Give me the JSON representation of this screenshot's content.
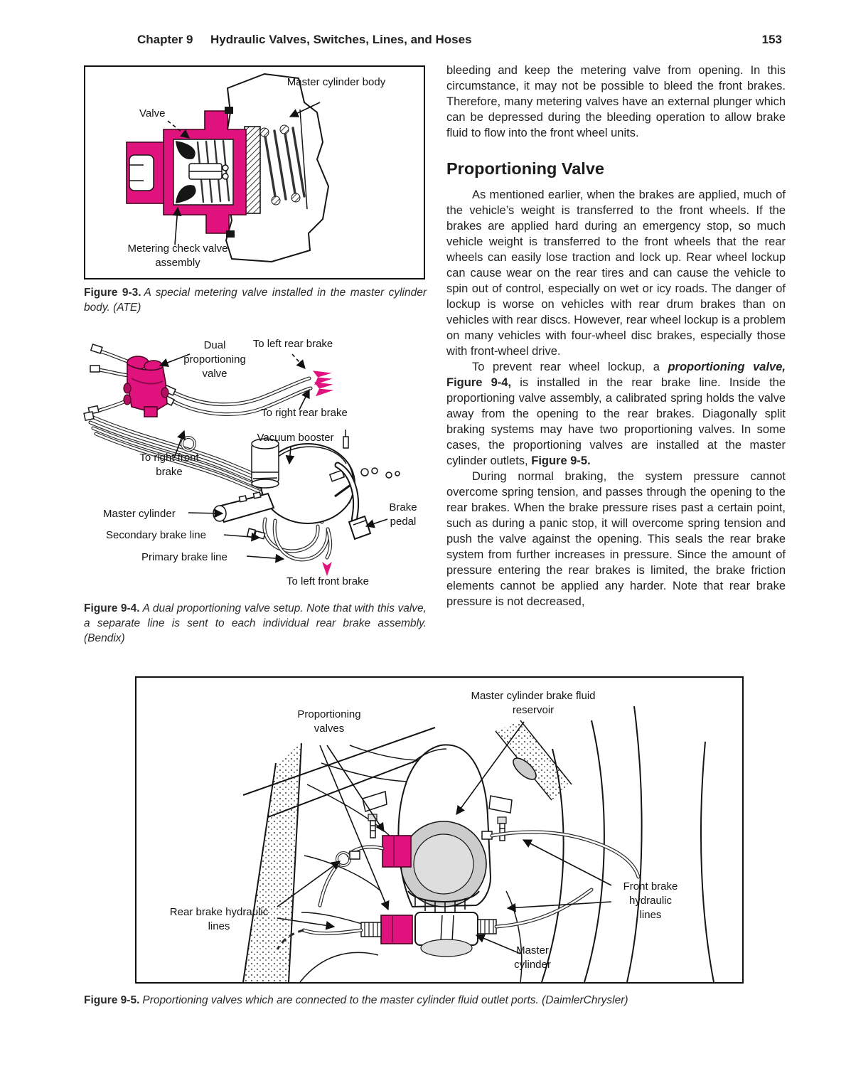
{
  "header": {
    "chapter_label": "Chapter 9",
    "chapter_title": "Hydraulic Valves, Switches, Lines, and Hoses",
    "page_number": "153"
  },
  "colors": {
    "accent_magenta": "#E0127E",
    "line_black": "#151515",
    "fill_gray": "#cccccc"
  },
  "column": {
    "para1": "bleeding and keep the metering valve from opening. In this circumstance, it may not be possible to bleed the front brakes. Therefore, many metering valves have an external plunger which can be depressed during the bleeding operation to allow brake fluid to flow into the front wheel units.",
    "heading": "Proportioning Valve",
    "para2": "As mentioned earlier, when the brakes are applied, much of the vehicle’s weight is transferred to the front wheels. If the brakes are applied hard during an emergency stop, so much vehicle weight is transferred to the front wheels that the rear wheels can easily lose traction and lock up. Rear wheel lockup can cause wear on the rear tires and can cause the vehicle to spin out of control, especially on wet or icy roads. The danger of lockup is worse on vehicles with rear drum brakes than on vehicles with rear discs. However, rear wheel lockup is a problem on many vehicles with four-wheel disc brakes, especially those with front-wheel drive.",
    "para3_runs": {
      "r1": "To prevent rear wheel lockup, a ",
      "bold_italic": "proportioning valve,",
      "bold1": "Figure 9-4,",
      "r2": " is installed in the rear brake line. Inside the proportioning valve assembly, a calibrated spring holds the valve away from the opening to the rear brakes. Diagonally split braking systems may have two proportioning valves. In some cases, the proportioning valves are installed at the master cylinder outlets, ",
      "bold2": "Figure 9-5."
    },
    "para4": "During normal braking, the system pressure cannot overcome spring tension, and passes through the opening to the rear brakes. When the brake pressure rises past a certain point, such as during a panic stop, it will overcome spring tension and push the valve against the opening. This seals the rear brake system from further increases in pressure. Since the amount of pressure entering the rear brakes is limited, the brake friction elements cannot be applied any harder. Note that rear brake pressure is not decreased,"
  },
  "figure3": {
    "labels": {
      "master_cylinder_body": "Master cylinder body",
      "valve": "Valve",
      "metering_check": "Metering check valve assembly"
    },
    "caption_label": "Figure 9-3.",
    "caption_text": "A special metering valve installed in the master cylinder body. (ATE)"
  },
  "figure4": {
    "labels": {
      "dual_prop_valve": "Dual proportioning valve",
      "to_left_rear": "To left rear brake",
      "to_right_rear": "To right rear brake",
      "vacuum_booster": "Vacuum booster",
      "to_right_front": "To right front brake",
      "master_cylinder": "Master cylinder",
      "secondary_line": "Secondary brake line",
      "primary_line": "Primary brake line",
      "to_left_front": "To left front brake",
      "brake_pedal": "Brake pedal"
    },
    "caption_label": "Figure 9-4.",
    "caption_text": "A dual proportioning valve setup. Note that with this valve, a separate line is sent to each individual rear brake assembly. (Bendix)"
  },
  "figure5": {
    "labels": {
      "prop_valves": "Proportioning valves",
      "mc_reservoir": "Master cylinder brake fluid reservoir",
      "rear_lines": "Rear brake hydraulic lines",
      "front_lines": "Front brake hydraulic lines",
      "master_cylinder": "Master cylinder"
    },
    "caption_label": "Figure 9-5.",
    "caption_text": "Proportioning valves which are connected to the master cylinder fluid outlet ports. (DaimlerChrysler)"
  }
}
